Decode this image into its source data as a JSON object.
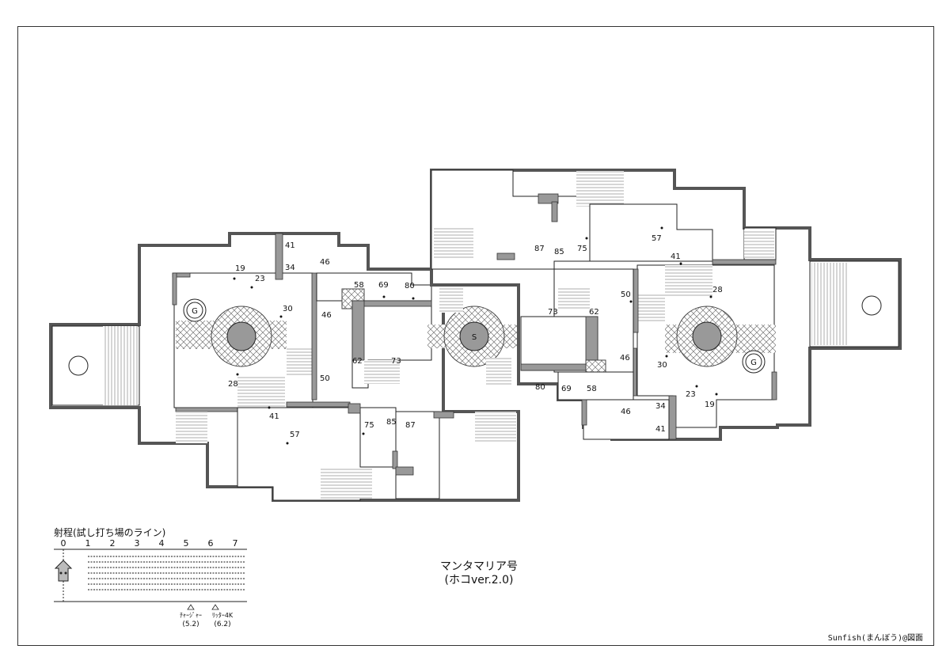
{
  "map": {
    "title": "マンタマリア号",
    "subtitle": "(ホコver.2.0)",
    "credit": "Sunfish(まんぼう)@図面",
    "spawn_marker": "S",
    "goal_marker": "G",
    "left_labels": [
      "19",
      "23",
      "41",
      "34",
      "46",
      "58",
      "69",
      "80",
      "30",
      "46",
      "50",
      "28",
      "41",
      "62",
      "73",
      "57",
      "75",
      "85",
      "87"
    ],
    "right_labels": [
      "87",
      "85",
      "75",
      "57",
      "41",
      "28",
      "50",
      "73",
      "62",
      "46",
      "30",
      "80",
      "69",
      "58",
      "46",
      "34",
      "23",
      "19",
      "41"
    ]
  },
  "range_legend": {
    "title": "射程(試し打ち場のライン)",
    "ticks": [
      "0",
      "1",
      "2",
      "3",
      "4",
      "5",
      "6",
      "7"
    ],
    "weapons": [
      {
        "name": "ﾁｬｰｼﾞｬｰ",
        "range": "(5.2)"
      },
      {
        "name": "ﾘｯﾀｰ4K",
        "range": "(6.2)"
      }
    ]
  }
}
